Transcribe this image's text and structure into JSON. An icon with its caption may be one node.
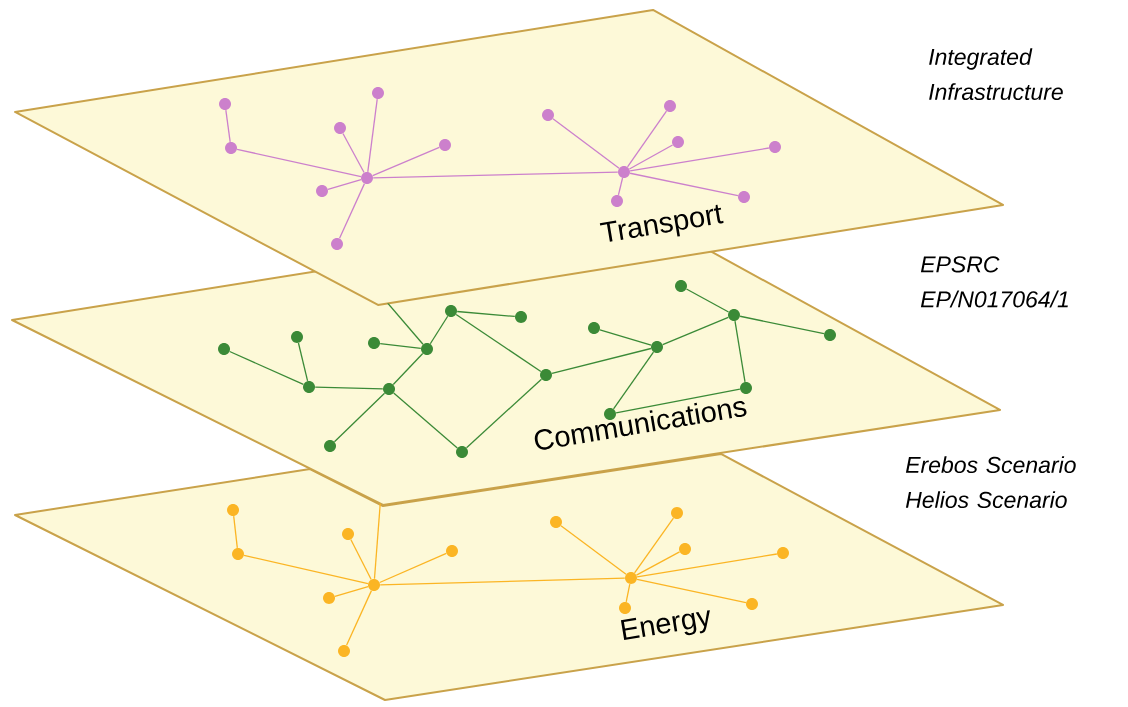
{
  "diagram": {
    "nodes": [
      {
        "text": [
          "Transport"
        ]
      },
      {
        "text": [],
        "shape": "circle",
        "in": 0
      },
      {
        "text": [],
        "shape": "circle",
        "in": 0
      },
      {
        "text": [],
        "shape": "circle",
        "in": 0
      },
      {
        "text": [],
        "shape": "circle",
        "in": 0
      },
      {
        "text": [],
        "shape": "circle",
        "in": 0
      },
      {
        "text": [],
        "shape": "circle",
        "in": 0
      },
      {
        "text": [],
        "shape": "circle",
        "in": 0
      },
      {
        "text": [],
        "shape": "circle",
        "in": 0
      },
      {
        "text": [],
        "shape": "circle",
        "in": 0
      },
      {
        "text": [],
        "shape": "circle",
        "in": 0
      },
      {
        "text": [],
        "shape": "circle",
        "in": 0
      },
      {
        "text": [],
        "shape": "circle",
        "in": 0
      },
      {
        "text": [],
        "shape": "circle",
        "in": 0
      },
      {
        "text": [],
        "shape": "circle",
        "in": 0
      },
      {
        "text": [],
        "shape": "circle",
        "in": 0
      },
      {
        "text": [
          "Communications"
        ]
      },
      {
        "text": [],
        "shape": "circle",
        "in": 16
      },
      {
        "text": [],
        "shape": "circle",
        "in": 16
      },
      {
        "text": [],
        "shape": "circle",
        "in": 16
      },
      {
        "text": [],
        "shape": "circle",
        "in": 16
      },
      {
        "text": [],
        "shape": "circle",
        "in": 16
      },
      {
        "text": [],
        "shape": "circle",
        "in": 16
      },
      {
        "text": [],
        "shape": "circle",
        "in": 16
      },
      {
        "text": [],
        "shape": "circle",
        "in": 16
      },
      {
        "text": [],
        "shape": "circle",
        "in": 16
      },
      {
        "text": [],
        "shape": "circle",
        "in": 16
      },
      {
        "text": [],
        "shape": "circle",
        "in": 16
      },
      {
        "text": [],
        "shape": "circle",
        "in": 16
      },
      {
        "text": [],
        "shape": "circle",
        "in": 16
      },
      {
        "text": [],
        "shape": "circle",
        "in": 16
      },
      {
        "text": [],
        "shape": "circle",
        "in": 16
      },
      {
        "text": [],
        "shape": "circle",
        "in": 16
      },
      {
        "text": [],
        "shape": "circle",
        "in": 16
      },
      {
        "text": [],
        "shape": "circle",
        "in": 16
      },
      {
        "text": [
          "Energy"
        ]
      },
      {
        "text": [],
        "shape": "circle",
        "in": 35
      },
      {
        "text": [],
        "shape": "circle",
        "in": 35
      },
      {
        "text": [],
        "shape": "circle",
        "in": 35
      },
      {
        "text": [],
        "shape": "circle",
        "in": 35
      },
      {
        "text": [],
        "shape": "circle",
        "in": 35
      },
      {
        "text": [],
        "shape": "circle",
        "in": 35
      },
      {
        "text": [],
        "shape": "circle",
        "in": 35
      },
      {
        "text": [],
        "shape": "circle",
        "in": 35
      },
      {
        "text": [],
        "shape": "circle",
        "in": 35
      },
      {
        "text": [],
        "shape": "circle",
        "in": 35
      },
      {
        "text": [],
        "shape": "circle",
        "in": 35
      },
      {
        "text": [],
        "shape": "circle",
        "in": 35
      },
      {
        "text": [],
        "shape": "circle",
        "in": 35
      },
      {
        "text": [],
        "shape": "circle",
        "in": 35
      }
    ],
    "edges": [
      {
        "from": 1,
        "to": 2,
        "arrow": "none",
        "color": "#cc80cc"
      },
      {
        "from": 2,
        "to": 6,
        "arrow": "none",
        "color": "#cc80cc"
      },
      {
        "from": 3,
        "to": 6,
        "arrow": "none",
        "color": "#cc80cc"
      },
      {
        "from": 4,
        "to": 6,
        "arrow": "none",
        "color": "#cc80cc"
      },
      {
        "from": 5,
        "to": 6,
        "arrow": "none",
        "color": "#cc80cc"
      },
      {
        "from": 7,
        "to": 6,
        "arrow": "none",
        "color": "#cc80cc"
      },
      {
        "from": 8,
        "to": 6,
        "arrow": "none",
        "color": "#cc80cc"
      },
      {
        "from": 6,
        "to": 12,
        "arrow": "none",
        "color": "#cc80cc"
      },
      {
        "from": 9,
        "to": 12,
        "arrow": "none",
        "color": "#cc80cc"
      },
      {
        "from": 10,
        "to": 12,
        "arrow": "none",
        "color": "#cc80cc"
      },
      {
        "from": 11,
        "to": 12,
        "arrow": "none",
        "color": "#cc80cc"
      },
      {
        "from": 13,
        "to": 12,
        "arrow": "none",
        "color": "#cc80cc"
      },
      {
        "from": 14,
        "to": 12,
        "arrow": "none",
        "color": "#cc80cc"
      },
      {
        "from": 15,
        "to": 12,
        "arrow": "none",
        "color": "#cc80cc"
      },
      {
        "from": 17,
        "to": 19,
        "arrow": "none"
      },
      {
        "from": 18,
        "to": 19,
        "arrow": "none"
      },
      {
        "from": 19,
        "to": 22,
        "arrow": "none"
      },
      {
        "from": 22,
        "to": 23,
        "arrow": "none"
      },
      {
        "from": 21,
        "to": 23,
        "arrow": "none"
      },
      {
        "from": 23,
        "to": 24,
        "arrow": "none"
      },
      {
        "from": 24,
        "to": 26,
        "arrow": "none"
      },
      {
        "from": 24,
        "to": 27,
        "arrow": "none"
      },
      {
        "from": 22,
        "to": 20,
        "arrow": "none"
      },
      {
        "from": 22,
        "to": 25,
        "arrow": "none"
      },
      {
        "from": 25,
        "to": 27,
        "arrow": "none"
      },
      {
        "from": 27,
        "to": 30,
        "arrow": "none"
      },
      {
        "from": 28,
        "to": 30,
        "arrow": "none"
      },
      {
        "from": 30,
        "to": 32,
        "arrow": "none"
      },
      {
        "from": 31,
        "to": 32,
        "arrow": "none"
      },
      {
        "from": 32,
        "to": 34,
        "arrow": "none"
      },
      {
        "from": 32,
        "to": 33,
        "arrow": "none"
      },
      {
        "from": 33,
        "to": 29,
        "arrow": "none"
      },
      {
        "from": 30,
        "to": 29,
        "arrow": "none"
      },
      {
        "from": 23,
        "to": 7,
        "arrow": "none"
      },
      {
        "from": 40,
        "to": 22,
        "arrow": "none",
        "color": "#fbb524"
      },
      {
        "from": 36,
        "to": 37,
        "arrow": "none",
        "color": "#fbb524"
      },
      {
        "from": 37,
        "to": 40,
        "arrow": "none",
        "color": "#fbb524"
      },
      {
        "from": 38,
        "to": 40,
        "arrow": "none",
        "color": "#fbb524"
      },
      {
        "from": 39,
        "to": 40,
        "arrow": "none",
        "color": "#fbb524"
      },
      {
        "from": 41,
        "to": 40,
        "arrow": "none",
        "color": "#fbb524"
      },
      {
        "from": 42,
        "to": 40,
        "arrow": "none",
        "color": "#fbb524"
      },
      {
        "from": 40,
        "to": 46,
        "arrow": "none",
        "color": "#fbb524"
      },
      {
        "from": 43,
        "to": 46,
        "arrow": "none",
        "color": "#fbb524"
      },
      {
        "from": 44,
        "to": 46,
        "arrow": "none",
        "color": "#fbb524"
      },
      {
        "from": 45,
        "to": 46,
        "arrow": "none",
        "color": "#fbb524"
      },
      {
        "from": 47,
        "to": 46,
        "arrow": "none",
        "color": "#fbb524"
      },
      {
        "from": 48,
        "to": 46,
        "arrow": "none",
        "color": "#fbb524"
      },
      {
        "from": 49,
        "to": 46,
        "arrow": "none",
        "color": "#fbb524"
      }
    ],
    "labels": [
      "Integrated Infrastructure",
      "EPSRC EP/N017064/1",
      "Erebos Scenario",
      "Helios Scenario"
    ]
  }
}
